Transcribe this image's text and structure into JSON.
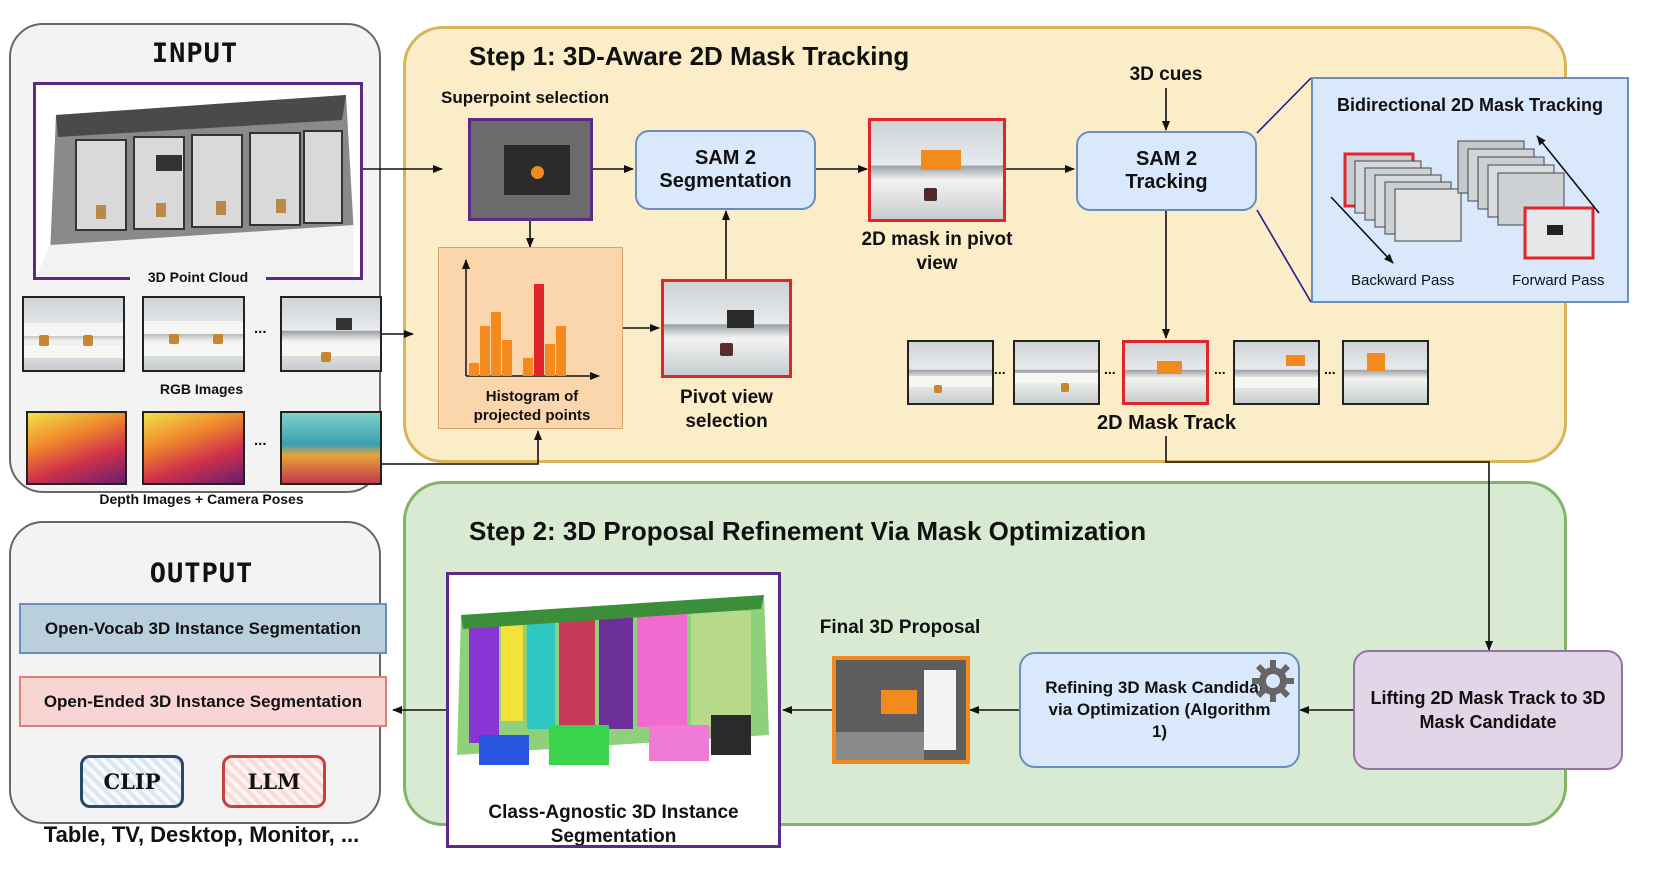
{
  "input": {
    "title": "INPUT",
    "point_cloud_label": "3D Point Cloud",
    "rgb_label": "RGB Images",
    "depth_label": "Depth Images + Camera Poses",
    "ellipsis": "..."
  },
  "output": {
    "title": "OUTPUT",
    "open_vocab": "Open-Vocab 3D Instance Segmentation",
    "open_ended": "Open-Ended 3D Instance Segmentation",
    "clip": "CLIP",
    "llm": "LLM",
    "classes": "Table, TV, Desktop, Monitor, ..."
  },
  "step1": {
    "title": "Step 1: 3D-Aware 2D Mask Tracking",
    "superpoint_label": "Superpoint selection",
    "histogram_label": "Histogram of projected points",
    "sam2_seg": "SAM 2 Segmentation",
    "pivot_label": "Pivot view selection",
    "mask_pivot_label": "2D mask in pivot view",
    "cues_label": "3D cues",
    "sam2_track": "SAM 2 Tracking",
    "bidir_title": "Bidirectional 2D Mask Tracking",
    "backward": "Backward Pass",
    "forward": "Forward Pass",
    "mask_track_label": "2D Mask Track",
    "ellipsis": "..."
  },
  "step2": {
    "title": "Step 2: 3D Proposal Refinement Via Mask Optimization",
    "lifting": "Lifting 2D Mask Track to 3D Mask Candidate",
    "refining": "Refining 3D Mask Candidate via Optimization (Algorithm 1)",
    "final_label": "Final 3D Proposal",
    "class_agnostic": "Class-Agnostic 3D Instance Segmentation"
  },
  "colors": {
    "step1_bg": "#fbedc8",
    "step1_border": "#d8b45a",
    "step2_bg": "#d9ead3",
    "step2_border": "#82b366",
    "blue_box": "#dae8fc",
    "blue_border": "#6c8ebf",
    "purple_box": "#e1d5e7",
    "purple_border": "#9673a6",
    "mask_orange": "#f28a1e",
    "red_frame": "#e0262a",
    "purple_frame": "#5b2a86"
  }
}
